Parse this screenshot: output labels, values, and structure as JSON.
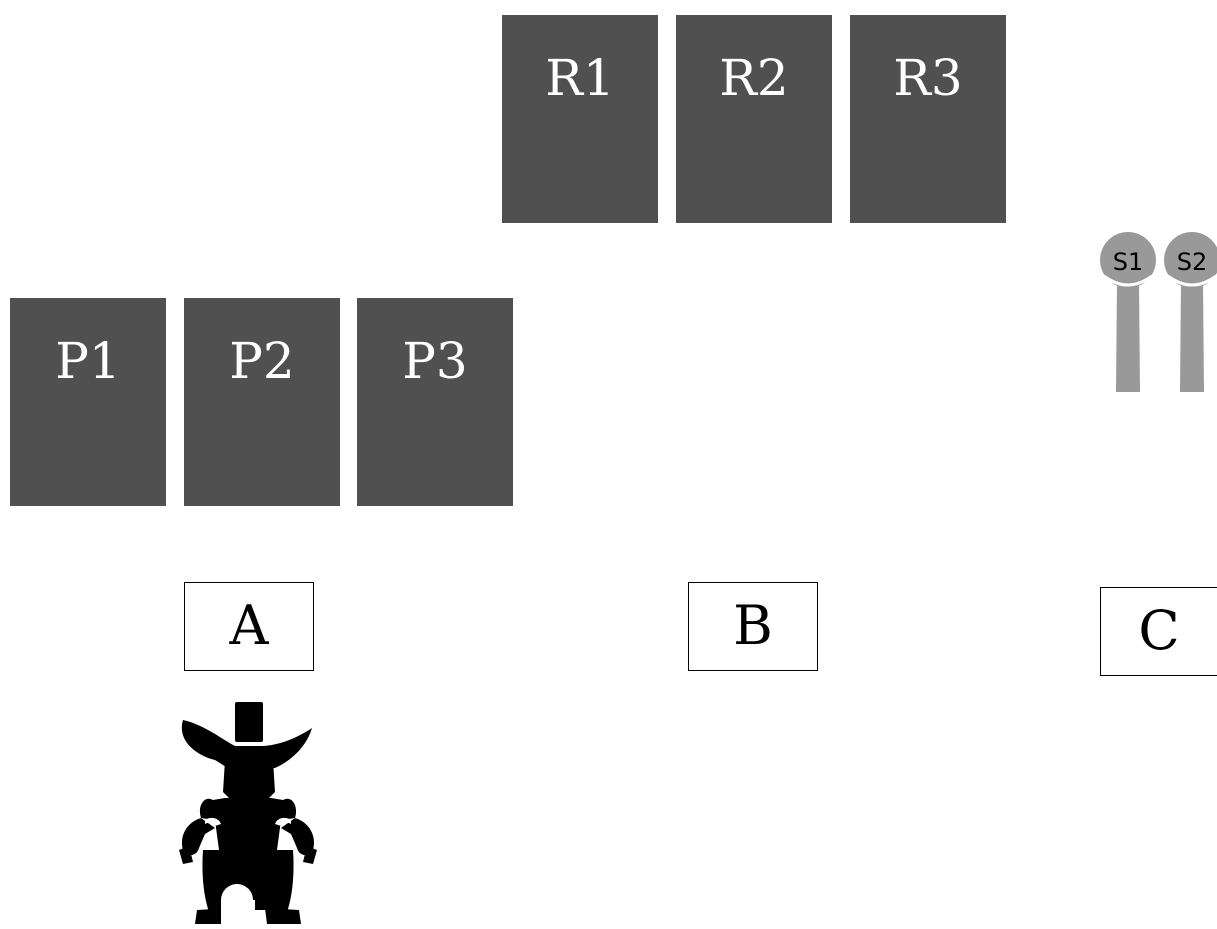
{
  "r_cards": [
    "R1",
    "R2",
    "R3"
  ],
  "p_cards": [
    "P1",
    "P2",
    "P3"
  ],
  "slots": [
    "S1",
    "S2"
  ],
  "labels": [
    "A",
    "B",
    "C"
  ],
  "colors": {
    "card": "#505050",
    "card_text": "#ffffff",
    "slot": "#999999",
    "figure": "#000000"
  },
  "icons": {
    "figure": "cartoon-character-silhouette-icon"
  }
}
